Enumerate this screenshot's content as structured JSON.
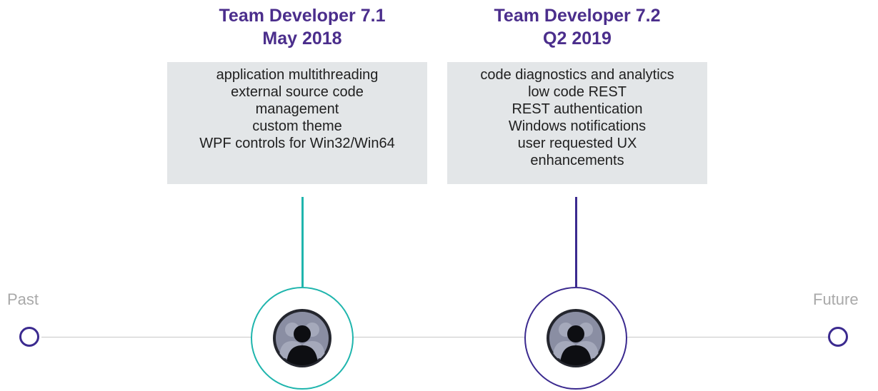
{
  "colors": {
    "title": "#4b2e8c",
    "teal": "#1fb5ad",
    "purple": "#3b2a8f",
    "box_bg": "#e3e6e8",
    "axis": "#c8c8c8",
    "end_label": "#a9a9a9"
  },
  "timeline": {
    "start_label": "Past",
    "end_label": "Future"
  },
  "milestones": [
    {
      "title_line1": "Team Developer 7.1",
      "title_line2": "May 2018",
      "accent": "teal",
      "icon": "users-group-icon",
      "features": [
        "application multithreading",
        "external source code",
        "management",
        "custom theme",
        "WPF controls for Win32/Win64"
      ]
    },
    {
      "title_line1": "Team Developer 7.2",
      "title_line2": "Q2 2019",
      "accent": "purple",
      "icon": "users-group-icon",
      "features": [
        "code diagnostics and analytics",
        "low code REST",
        "REST authentication",
        "Windows notifications",
        "user requested UX",
        "enhancements"
      ]
    }
  ]
}
